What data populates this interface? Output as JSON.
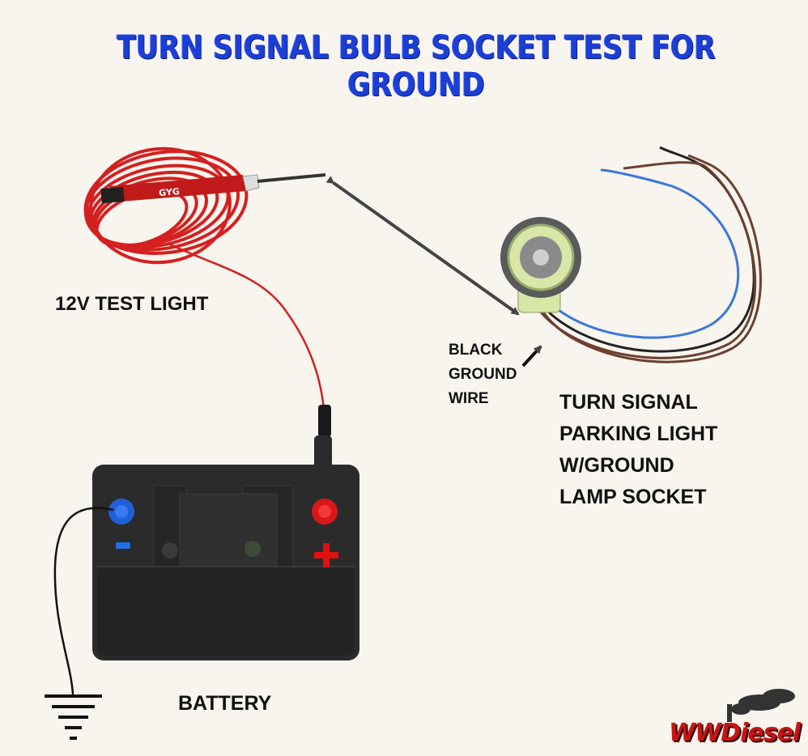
{
  "title": "TURN SIGNAL BULB SOCKET TEST FOR GROUND",
  "labels": {
    "test_light": "12V TEST LIGHT",
    "ground_wire": [
      "BLACK",
      "GROUND",
      "WIRE"
    ],
    "socket": [
      "TURN SIGNAL",
      "PARKING LIGHT",
      "W/GROUND",
      "LAMP SOCKET"
    ],
    "battery": "BATTERY"
  },
  "battery": {
    "negative_symbol": "-",
    "positive_symbol": "+",
    "negative_color": "#1f5fd8",
    "positive_color": "#d81818"
  },
  "test_light_brand": "GYG",
  "logo": "WWDiesel",
  "colors": {
    "title": "#1b3fd6",
    "background": "#f8f4ee",
    "test_light_cord": "#d42020",
    "socket_wire_blue": "#3a78d8",
    "socket_wire_brown": "#6b4030",
    "socket_wire_black": "#222222"
  }
}
